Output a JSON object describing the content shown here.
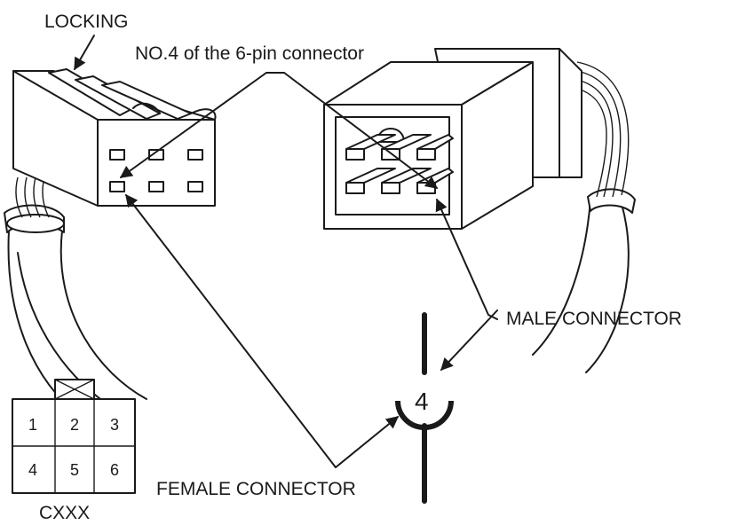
{
  "labels": {
    "locking": "LOCKING",
    "pin_note": "NO.4 of the 6-pin connector",
    "male_connector": "MALE CONNECTOR",
    "female_connector": "FEMALE CONNECTOR",
    "connector_code": "CXXX",
    "terminal_number": "4"
  },
  "pin_grid": {
    "row1": [
      "1",
      "2",
      "3"
    ],
    "row2": [
      "4",
      "5",
      "6"
    ]
  },
  "colors": {
    "ink": "#1a1a1a",
    "background": "#ffffff"
  }
}
